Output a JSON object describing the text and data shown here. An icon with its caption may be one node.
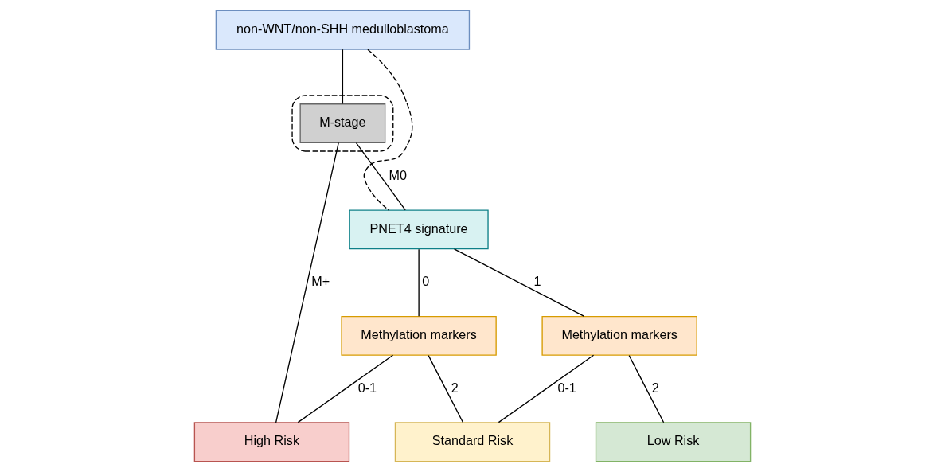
{
  "diagram": {
    "nodes": [
      {
        "text": [
          "non-WNT/non-SHH medulloblastoma"
        ]
      },
      {
        "text": [],
        "shape": "box"
      },
      {
        "text": [
          "M-stage"
        ],
        "in": 1
      },
      {
        "text": [
          "PNET4 signature"
        ]
      },
      {
        "text": [
          "Methylation markers"
        ]
      },
      {
        "text": [
          "Methylation markers"
        ]
      },
      {
        "text": [
          "High Risk"
        ]
      },
      {
        "text": [
          "Standard Risk"
        ]
      },
      {
        "text": [
          "Low Risk"
        ]
      }
    ],
    "edges": [
      {
        "from": 0,
        "to": 2,
        "arrow": "none"
      },
      {
        "from": 0,
        "to": 3,
        "arrow": "none",
        "style": "dashed"
      },
      {
        "from": 2,
        "to": 6,
        "arrow": "none",
        "label": "M+"
      },
      {
        "from": 2,
        "to": 3,
        "arrow": "none",
        "label": "M0"
      },
      {
        "from": 3,
        "to": 4,
        "arrow": "none",
        "label": "0"
      },
      {
        "from": 3,
        "to": 5,
        "arrow": "none",
        "label": "1"
      },
      {
        "from": 4,
        "to": 6,
        "arrow": "none",
        "label": "0-1"
      },
      {
        "from": 4,
        "to": 7,
        "arrow": "none",
        "label": "2"
      },
      {
        "from": 5,
        "to": 7,
        "arrow": "none",
        "label": "0-1"
      },
      {
        "from": 5,
        "to": 8,
        "arrow": "none",
        "label": "2"
      }
    ]
  }
}
